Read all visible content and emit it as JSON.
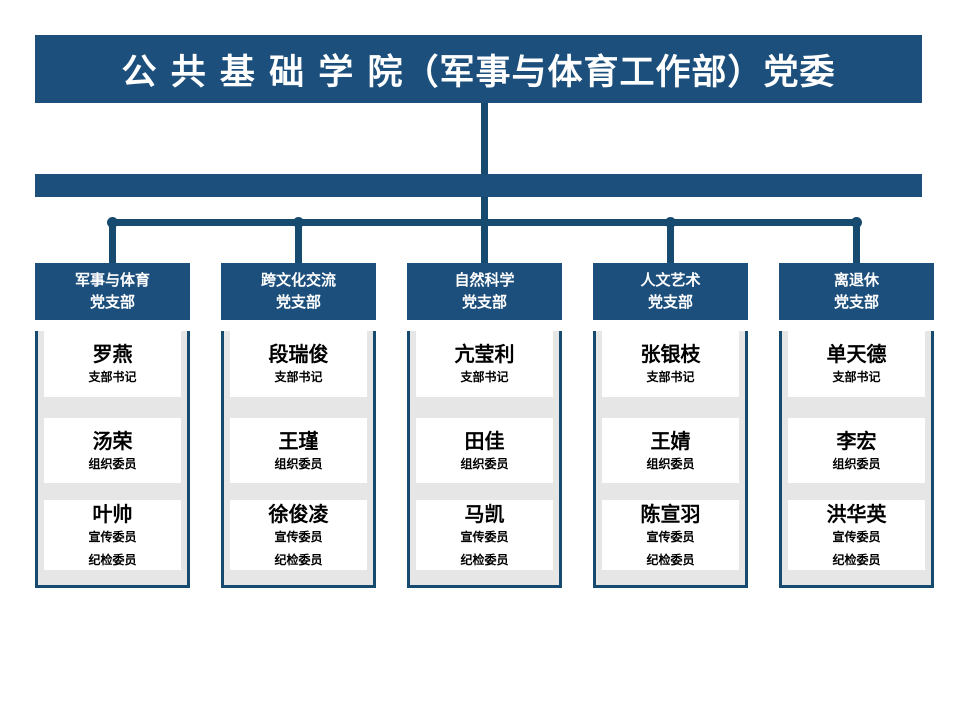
{
  "title": "公 共 基 础 学 院（军事与体育工作部）党委",
  "colors": {
    "primary_blue": "#1c4f7c",
    "connector_blue": "#174a6f",
    "panel_gray": "#e7e6e6",
    "card_white": "#ffffff",
    "title_text": "#ffffff",
    "body_text": "#000000"
  },
  "branches": [
    {
      "line1": "军事与体育",
      "line2": "党支部",
      "members": [
        {
          "name": "罗燕",
          "roles": [
            "支部书记"
          ]
        },
        {
          "name": "汤荣",
          "roles": [
            "组织委员"
          ]
        },
        {
          "name": "叶帅",
          "roles": [
            "宣传委员",
            "纪检委员"
          ]
        }
      ]
    },
    {
      "line1": "跨文化交流",
      "line2": "党支部",
      "members": [
        {
          "name": "段瑞俊",
          "roles": [
            "支部书记"
          ]
        },
        {
          "name": "王瑾",
          "roles": [
            "组织委员"
          ]
        },
        {
          "name": "徐俊凌",
          "roles": [
            "宣传委员",
            "纪检委员"
          ]
        }
      ]
    },
    {
      "line1": "自然科学",
      "line2": "党支部",
      "members": [
        {
          "name": "亢莹利",
          "roles": [
            "支部书记"
          ]
        },
        {
          "name": "田佳",
          "roles": [
            "组织委员"
          ]
        },
        {
          "name": "马凯",
          "roles": [
            "宣传委员",
            "纪检委员"
          ]
        }
      ]
    },
    {
      "line1": "人文艺术",
      "line2": "党支部",
      "members": [
        {
          "name": "张银枝",
          "roles": [
            "支部书记"
          ]
        },
        {
          "name": "王婧",
          "roles": [
            "组织委员"
          ]
        },
        {
          "name": "陈宣羽",
          "roles": [
            "宣传委员",
            "纪检委员"
          ]
        }
      ]
    },
    {
      "line1": "离退休",
      "line2": "党支部",
      "members": [
        {
          "name": "单天德",
          "roles": [
            "支部书记"
          ]
        },
        {
          "name": "李宏",
          "roles": [
            "组织委员"
          ]
        },
        {
          "name": "洪华英",
          "roles": [
            "宣传委员",
            "纪检委员"
          ]
        }
      ]
    }
  ]
}
